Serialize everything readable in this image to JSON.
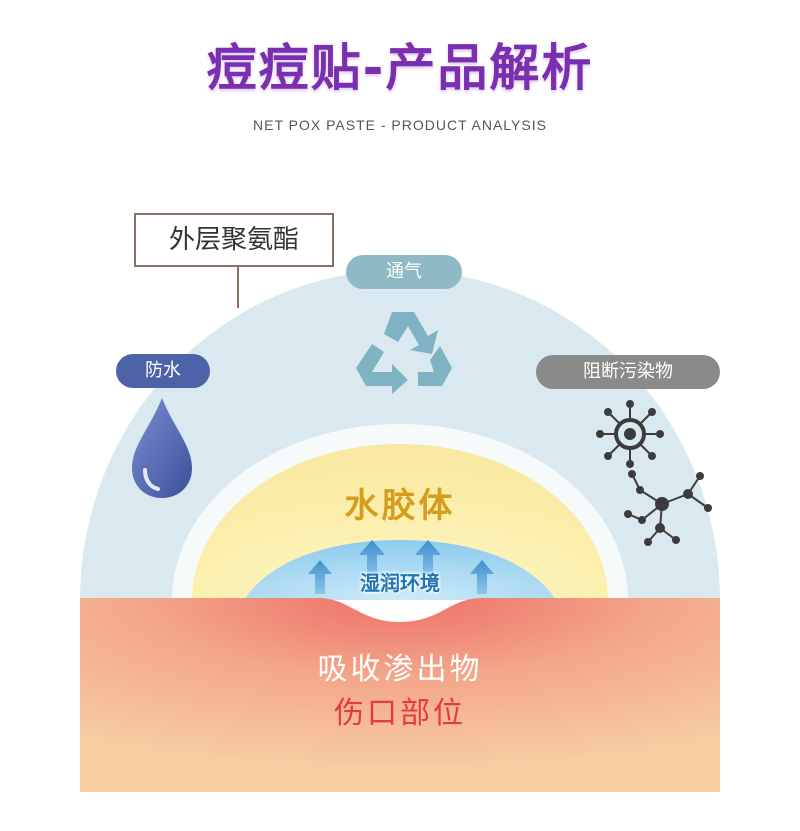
{
  "header": {
    "title": "痘痘贴-产品解析",
    "subtitle": "NET POX PASTE - PRODUCT ANALYSIS"
  },
  "labels": {
    "outer_layer": "外层聚氨酯",
    "breathable": "通气",
    "waterproof": "防水",
    "blocks_pollutants": "阻断污染物",
    "hydrocolloid": "水胶体",
    "moist_environment": "湿润环境",
    "absorbs_exudate": "吸收渗出物",
    "wound_site": "伤口部位"
  },
  "icons": [
    "recycle-icon",
    "water-drop-icon",
    "virus-icon",
    "bacteria-icon",
    "arrow-up-icon"
  ],
  "colors": {
    "title": "#7a2fb0",
    "outer_dome": "#d9e9ef",
    "hydrocolloid": "#fbeeaa",
    "moist": "#9ed3ee",
    "skin": "#f6c8a0",
    "wound": "#ef7c74",
    "waterproof": "#4e62a8",
    "breathable": "#8fb9c4",
    "pollutant": "#8a8a8a"
  }
}
